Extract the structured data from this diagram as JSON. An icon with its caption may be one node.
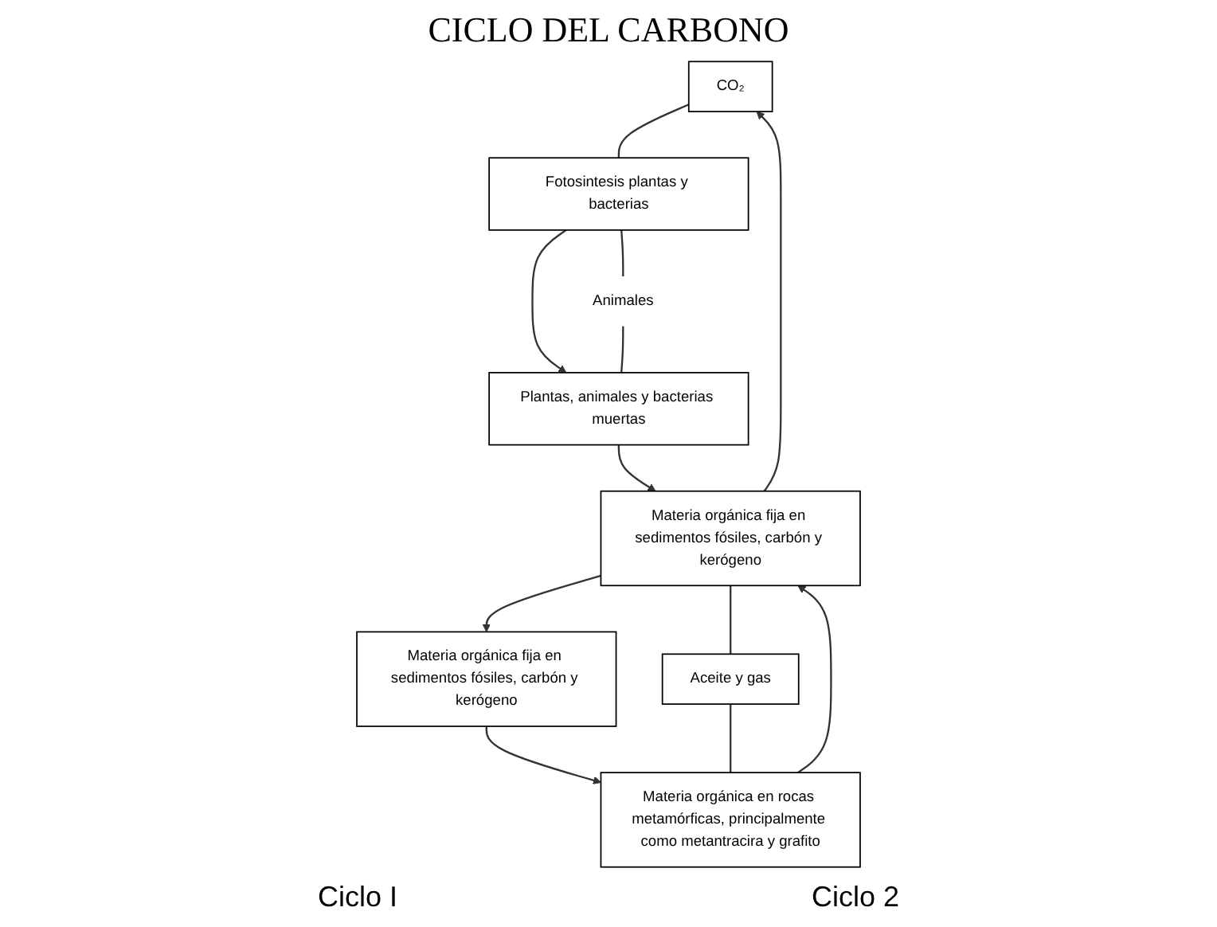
{
  "diagram": {
    "title": "CICLO DEL CARBONO",
    "nodes": [
      {
        "text": [
          "CO₂"
        ]
      },
      {
        "text": [
          "Fotosintesis plantas y bacterias"
        ]
      },
      {
        "text": [
          "Materia orgánica fija en sedimentos fósiles, carbón y kerógeno"
        ]
      },
      {
        "text": [
          "Animales"
        ]
      },
      {
        "text": [
          "Plantas, animales y bacterias muertas"
        ]
      },
      {
        "text": [
          "Materia orgánica fija en sedimentos fósiles, carbón y kerógeno"
        ]
      },
      {
        "text": [
          "Aceite y gas"
        ]
      },
      {
        "text": [
          "Materia orgánica en rocas metamórficas, principalmente como metantracira y grafito"
        ]
      }
    ],
    "edges": [
      {
        "from": 2,
        "to": 0,
        "arrow": "to"
      },
      {
        "from": 0,
        "to": 1,
        "arrow": "none"
      },
      {
        "from": 1,
        "to": 4,
        "arrow": "to"
      },
      {
        "from": 1,
        "to": 3,
        "arrow": "none"
      },
      {
        "from": 3,
        "to": 4,
        "arrow": "none"
      },
      {
        "from": 4,
        "to": 2,
        "arrow": "to"
      },
      {
        "from": 2,
        "to": 5,
        "arrow": "to"
      },
      {
        "from": 2,
        "to": 6,
        "arrow": "none"
      },
      {
        "from": 5,
        "to": 7,
        "arrow": "to"
      },
      {
        "from": 6,
        "to": 7,
        "arrow": "none"
      },
      {
        "from": 7,
        "to": 2,
        "arrow": "to"
      }
    ],
    "labels": [
      "Ciclo I",
      "Ciclo 2"
    ]
  }
}
